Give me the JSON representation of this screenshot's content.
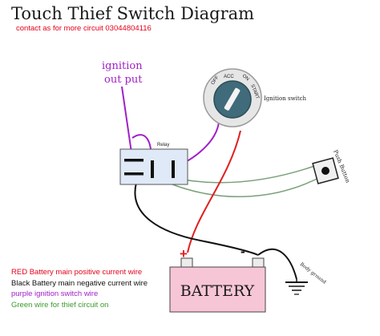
{
  "title": "Touch  Thief Switch Diagram",
  "contact": "contact as for more circuit 03044804116",
  "ignition_output_label_line1": "ignition",
  "ignition_output_label_line2": "out put",
  "ignition_switch": {
    "label": "Ignition switch",
    "positions": [
      "OFF",
      "ACC",
      "ON",
      "START"
    ]
  },
  "relay_label": "Relay",
  "push_button_label": "Push Button",
  "battery": {
    "label": "BATTERY",
    "positive": "+",
    "negative": "-"
  },
  "ground_label": "Body ground",
  "legend": [
    {
      "text": "RED Battery main positive current wire",
      "color": "#e4001b"
    },
    {
      "text": "Black Battery main negative current wire",
      "color": "#111111"
    },
    {
      "text": "purple ignition switch wire",
      "color": "#a020c8"
    },
    {
      "text": "Green wire for thief circuit on",
      "color": "#3a9a2a"
    }
  ],
  "colors": {
    "red_wire": "#e02020",
    "black_wire": "#111111",
    "purple_wire": "#a020c8",
    "green_wire": "#7aa07a",
    "battery_fill": "#f7c6d6",
    "relay_fill": "#dfe9f7",
    "switch_fill": "#3f6b7a"
  }
}
